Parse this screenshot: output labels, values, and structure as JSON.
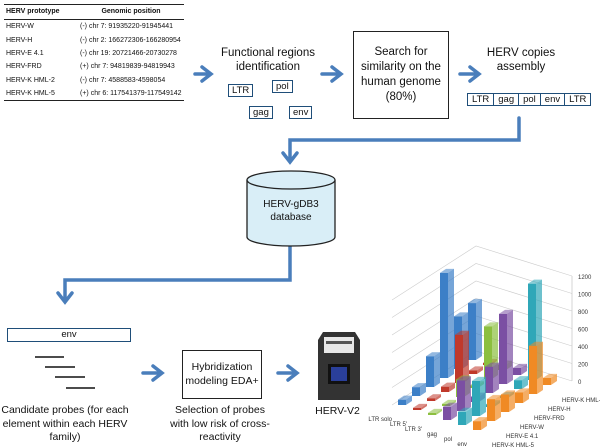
{
  "table": {
    "headers": [
      "HERV prototype",
      "Genomic position"
    ],
    "rows": [
      [
        "HERV-W",
        "(-) chr 7: 91935220-91945441"
      ],
      [
        "HERV-H",
        "(-) chr 2: 166272306-166280954"
      ],
      [
        "HERV-E 4.1",
        "(-) chr 19: 20721466-20730278"
      ],
      [
        "HERV-FRD",
        "(+) chr 7: 94819839-94819943"
      ],
      [
        "HERV-K HML-2",
        "(-) chr 7: 4588583-4598054"
      ],
      [
        "HERV-K HML-5",
        "(+) chr 6: 117541379-117549142"
      ]
    ]
  },
  "step_functional": {
    "title": "Functional regions identification",
    "tags": [
      "LTR",
      "pol",
      "gag",
      "env"
    ]
  },
  "step_search": {
    "title": "Search for similarity on the human genome (80%)"
  },
  "step_assembly": {
    "title": "HERV copies assembly",
    "tags": [
      "LTR",
      "gag",
      "pol",
      "env",
      "LTR"
    ]
  },
  "database": {
    "label": "HERV-gDB3 database"
  },
  "probes": {
    "env_label": "env",
    "caption": "Candidate probes (for each element within each HERV family)"
  },
  "hybridization": {
    "title": "Hybridization modeling EDA+",
    "caption": "Selection of probes with low risk of cross-reactivity"
  },
  "chip": {
    "label": "HERV-V2"
  },
  "colors": {
    "arrow": "#4a7ebb",
    "box_border": "#1f4e79",
    "db_fill": "#d9eef7"
  },
  "chart_data": {
    "type": "bar",
    "three_d": true,
    "categories": [
      "LTR solo",
      "LTR 5'",
      "LTR 3'",
      "gag",
      "pol",
      "env"
    ],
    "families": [
      "HERV-K HML-5",
      "HERV-E 4.1",
      "HERV-W",
      "HERV-FRD",
      "HERV-H",
      "HERV-K HML-2"
    ],
    "series_colors": [
      "#3c7fc7",
      "#c0392b",
      "#8cbf3f",
      "#7b4fa3",
      "#2fa7b8",
      "#f08a24"
    ],
    "values": [
      [
        60,
        100,
        350,
        1200,
        600,
        650
      ],
      [
        20,
        30,
        60,
        550,
        40,
        10
      ],
      [
        10,
        15,
        200,
        30,
        600,
        60
      ],
      [
        150,
        350,
        60,
        300,
        800,
        80
      ],
      [
        150,
        400,
        30,
        20,
        100,
        1100
      ],
      [
        100,
        250,
        200,
        120,
        550,
        80
      ]
    ],
    "zticks": [
      0,
      200,
      400,
      600,
      800,
      1000,
      1200
    ],
    "zlim": [
      0,
      1200
    ]
  }
}
